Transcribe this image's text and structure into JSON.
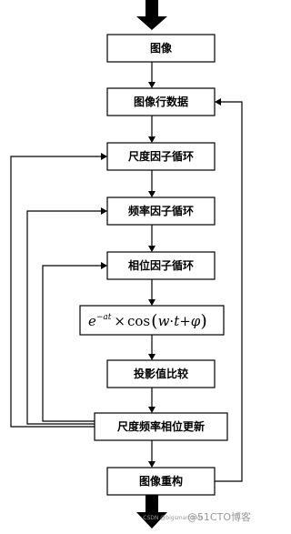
{
  "nodes": {
    "image": "图像",
    "row_data": "图像行数据",
    "scale_loop": "尺度因子循环",
    "freq_loop": "频率因子循环",
    "phase_loop": "相位因子循环",
    "projection": "投影值比较",
    "update": "尺度频率相位更新",
    "reconstruct": "图像重构"
  },
  "formula": {
    "base": "e",
    "exponent": "−at",
    "times": "×",
    "func": "cos",
    "open": "(",
    "w": "w",
    "dot1": "·",
    "t": "t",
    "plus": "+",
    "phi": "φ",
    "close": ")"
  },
  "watermark": {
    "small": "CSDN @bigsmartdoor",
    "big": "@51CTO博客"
  }
}
